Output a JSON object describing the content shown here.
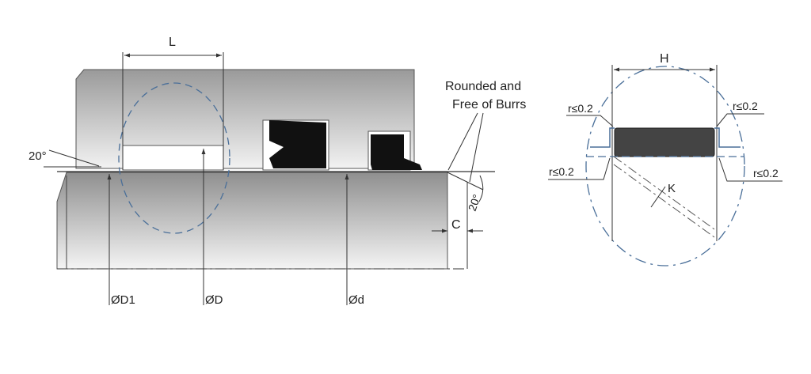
{
  "left_view": {
    "dim_L": "L",
    "angle_left": "20°",
    "angle_right": "20°",
    "note_line1": "Rounded and",
    "note_line2": "Free of Burrs",
    "dim_C": "C",
    "dim_D1": "ØD1",
    "dim_D": "ØD",
    "dim_d": "Ød"
  },
  "right_view": {
    "dim_H": "H",
    "radius_top_left": "r≤0.2",
    "radius_top_right": "r≤0.2",
    "radius_bottom_left": "r≤0.2",
    "radius_bottom_right": "r≤0.2",
    "dim_K": "K"
  },
  "colors": {
    "seal": "#111111",
    "detail_circle": "#4a6f99",
    "body_gray": "#a9a9a9"
  }
}
